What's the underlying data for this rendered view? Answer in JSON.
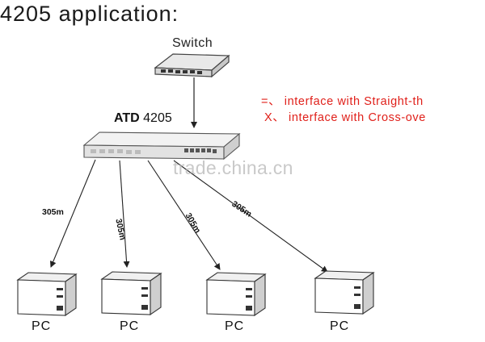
{
  "title": "4205 application:",
  "switch": {
    "label": "Switch"
  },
  "device": {
    "label_bold": "ATD",
    "label_num": "4205"
  },
  "legend": {
    "straight": "=、 interface with Straight-th",
    "cross": "X、 interface with Cross-ove"
  },
  "watermark": "trade.china.cn",
  "links": [
    {
      "distance": "305m"
    },
    {
      "distance": "305m"
    },
    {
      "distance": "305m"
    },
    {
      "distance": "305m"
    }
  ],
  "pcs": [
    {
      "label": "PC"
    },
    {
      "label": "PC"
    },
    {
      "label": "PC"
    },
    {
      "label": "PC"
    }
  ],
  "colors": {
    "legend": "#e0201a",
    "line": "#222222",
    "watermark": "#b7b7b7"
  }
}
